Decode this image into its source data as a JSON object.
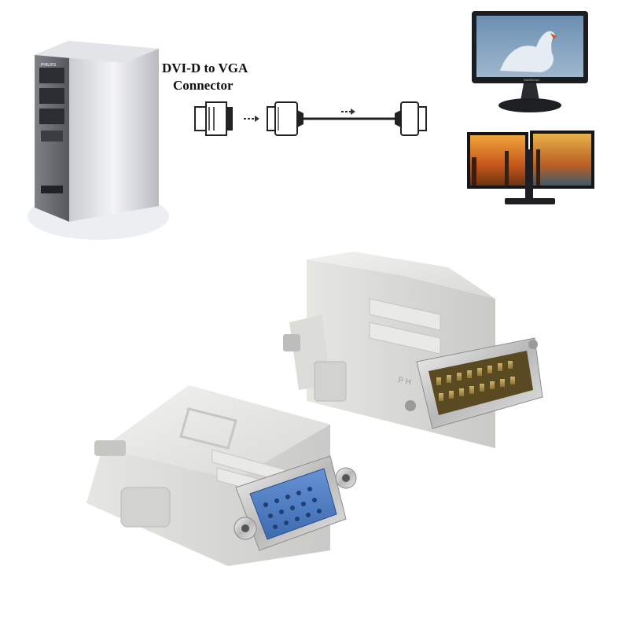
{
  "caption": {
    "line1": "DVI-D to VGA",
    "line2": "Connector"
  },
  "computer": {
    "brand": "PHILIPS"
  },
  "monitor": {
    "brand": "SAMSUNG"
  },
  "adapter": {
    "marking": "P H"
  },
  "colors": {
    "adapter_body": "#e4e4e2",
    "vga_socket": "#4f7fc3",
    "dvi_contacts": "#b49a55",
    "cable": "#222222"
  }
}
